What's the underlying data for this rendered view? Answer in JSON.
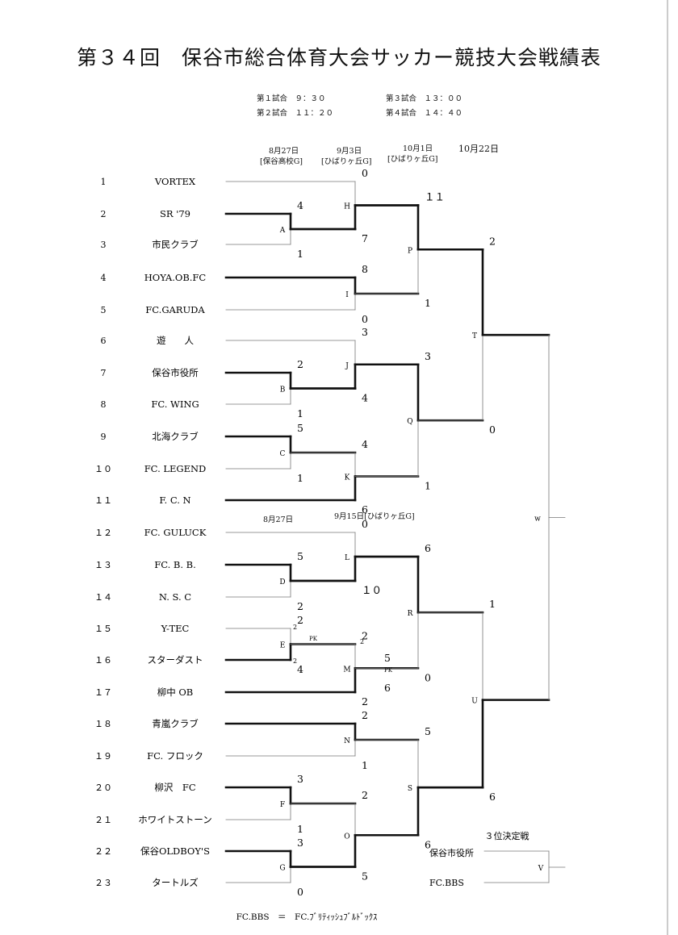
{
  "title": "第３４回　保谷市総合体育大会サッカー競技大会戦績表",
  "schedule": {
    "r1": "第１試合　９：３０",
    "r2": "第２試合　１１：２０",
    "r3": "第３試合　１３：００",
    "r4": "第４試合　１４：４０"
  },
  "dates": {
    "d1": "8月27日",
    "d1_place": "[保谷高校G]",
    "d2": "9月3日",
    "d2_place": "[ひばりヶ丘G]",
    "d3": "10月1日",
    "d3_place": "[ひばりヶ丘G]",
    "d4": "10月22日",
    "d5": "8月27日",
    "d6": "9月15日[ひばりヶ丘G]"
  },
  "teams": [
    {
      "no": "1",
      "name": "VORTEX"
    },
    {
      "no": "2",
      "name": "SR '79"
    },
    {
      "no": "3",
      "name": "市民クラブ"
    },
    {
      "no": "4",
      "name": "HOYA.OB.FC"
    },
    {
      "no": "5",
      "name": "FC.GARUDA"
    },
    {
      "no": "6",
      "name": "遊　　人"
    },
    {
      "no": "7",
      "name": "保谷市役所"
    },
    {
      "no": "8",
      "name": "FC. WING"
    },
    {
      "no": "9",
      "name": "北海クラブ"
    },
    {
      "no": "１０",
      "name": "FC. LEGEND"
    },
    {
      "no": "１１",
      "name": "F. C. N"
    },
    {
      "no": "１２",
      "name": "FC. GULUCK"
    },
    {
      "no": "１３",
      "name": "FC. B. B."
    },
    {
      "no": "１４",
      "name": "N. S. C"
    },
    {
      "no": "１５",
      "name": "Y-TEC"
    },
    {
      "no": "１６",
      "name": "スターダスト"
    },
    {
      "no": "１７",
      "name": "柳中 OB"
    },
    {
      "no": "１８",
      "name": "青嵐クラブ"
    },
    {
      "no": "１９",
      "name": "FC. フロック"
    },
    {
      "no": "２０",
      "name": "柳沢　FC"
    },
    {
      "no": "２１",
      "name": "ホワイトストーン"
    },
    {
      "no": "２２",
      "name": "保谷OLDBOY'S"
    },
    {
      "no": "２３",
      "name": "タートルズ"
    }
  ],
  "games": [
    {
      "id": "A",
      "s1": "4",
      "s2": "1"
    },
    {
      "id": "B",
      "s1": "2",
      "s2": "1"
    },
    {
      "id": "C",
      "s1": "5",
      "s2": "1"
    },
    {
      "id": "D",
      "s1": "5",
      "s2": "2"
    },
    {
      "id": "E",
      "s1": "2",
      "s2": "4",
      "pk": "PK",
      "p1": "2",
      "p2": "2"
    },
    {
      "id": "F",
      "s1": "3",
      "s2": "1"
    },
    {
      "id": "G",
      "s1": "3",
      "s2": "0"
    },
    {
      "id": "H",
      "s1": "0",
      "s2": "7"
    },
    {
      "id": "I",
      "s1": "8",
      "s2": "0"
    },
    {
      "id": "J",
      "s1": "3",
      "s2": "4"
    },
    {
      "id": "K",
      "s1": "4",
      "s2": "6"
    },
    {
      "id": "L",
      "s1": "0",
      "s2": "１０"
    },
    {
      "id": "M",
      "s1": "2",
      "s2": "2"
    },
    {
      "id": "N",
      "s1": "2",
      "s2": "1"
    },
    {
      "id": "O",
      "s1": "2",
      "s2": "5"
    },
    {
      "id": "P",
      "s1": "１１",
      "s2": "1"
    },
    {
      "id": "Q",
      "s1": "3",
      "s2": "1"
    },
    {
      "id": "R",
      "s1": "6",
      "s2": "0",
      "pk": "PK",
      "p1": "5",
      "p2": "6"
    },
    {
      "id": "S",
      "s1": "5",
      "s2": "6"
    },
    {
      "id": "T",
      "s1": "2",
      "s2": "0"
    },
    {
      "id": "U",
      "s1": "1",
      "s2": "6"
    },
    {
      "id": "W"
    }
  ],
  "third_place": {
    "title": "３位決定戦",
    "team1": "保谷市役所",
    "team2": "FC.BBS",
    "game_id": "V"
  },
  "footnote": "FC.BBS　＝　FC.ﾌﾞﾘﾃｨｯｼｭﾌﾞﾙﾄﾞｯｸｽ"
}
